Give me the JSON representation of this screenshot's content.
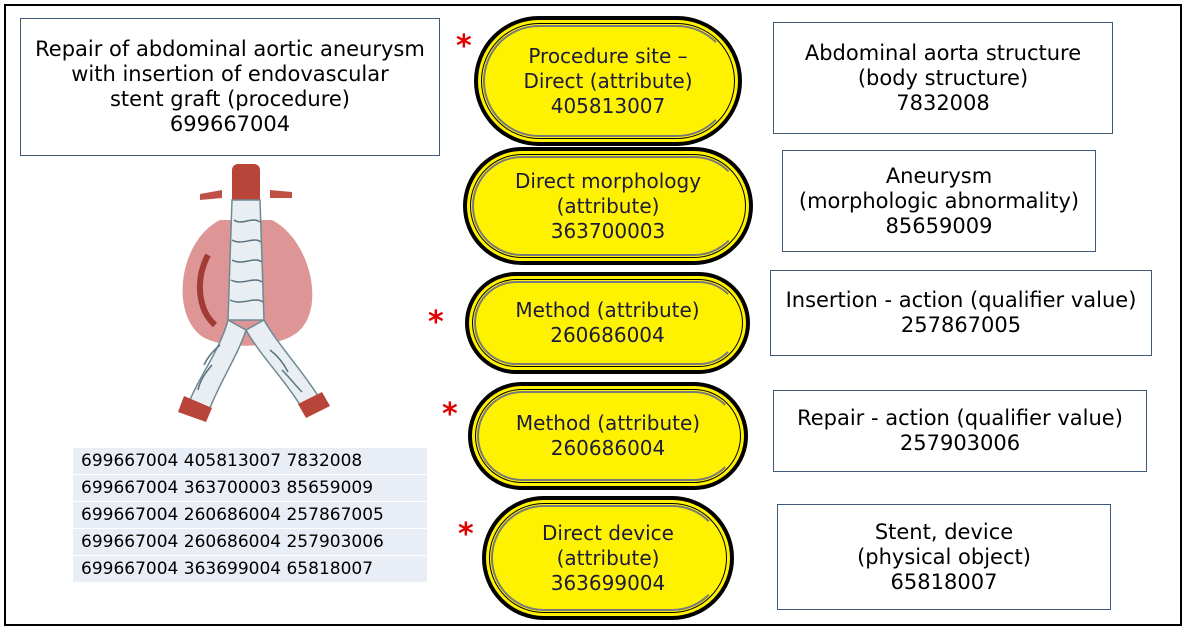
{
  "procedure": {
    "lines": [
      "Repair of abdominal aortic aneurysm",
      "with insertion of endovascular",
      "stent graft (procedure)",
      "699667004"
    ]
  },
  "attributes": [
    {
      "lines": [
        "Procedure site –",
        "Direct (attribute)",
        "405813007"
      ],
      "starred": true
    },
    {
      "lines": [
        "Direct morphology",
        "(attribute)",
        "363700003"
      ],
      "starred": false
    },
    {
      "lines": [
        "Method (attribute)",
        "260686004"
      ],
      "starred": true
    },
    {
      "lines": [
        "Method (attribute)",
        "260686004"
      ],
      "starred": true
    },
    {
      "lines": [
        "Direct device",
        "(attribute)",
        "363699004"
      ],
      "starred": true
    }
  ],
  "values": [
    {
      "lines": [
        "Abdominal aorta structure",
        "(body structure)",
        "7832008"
      ]
    },
    {
      "lines": [
        "Aneurysm",
        "(morphologic abnormality)",
        "85659009"
      ]
    },
    {
      "lines": [
        "Insertion - action (qualifier value)",
        "257867005"
      ]
    },
    {
      "lines": [
        "Repair - action (qualifier value)",
        "257903006"
      ]
    },
    {
      "lines": [
        "Stent, device",
        "(physical object)",
        "65818007"
      ]
    }
  ],
  "star_symbol": "*",
  "triples": [
    "699667004 405813007 7832008",
    "699667004 363700003 85659009",
    "699667004 260686004 257867005",
    "699667004 260686004 257903006",
    "699667004 363699004 65818007"
  ],
  "colors": {
    "pill_fill": "#fff200",
    "star": "#e00000",
    "table_row_bg": "#e9edf5",
    "box_border": "#3d5a7a"
  },
  "icons": {
    "illustration": "aortic-stent-graft-illustration"
  }
}
